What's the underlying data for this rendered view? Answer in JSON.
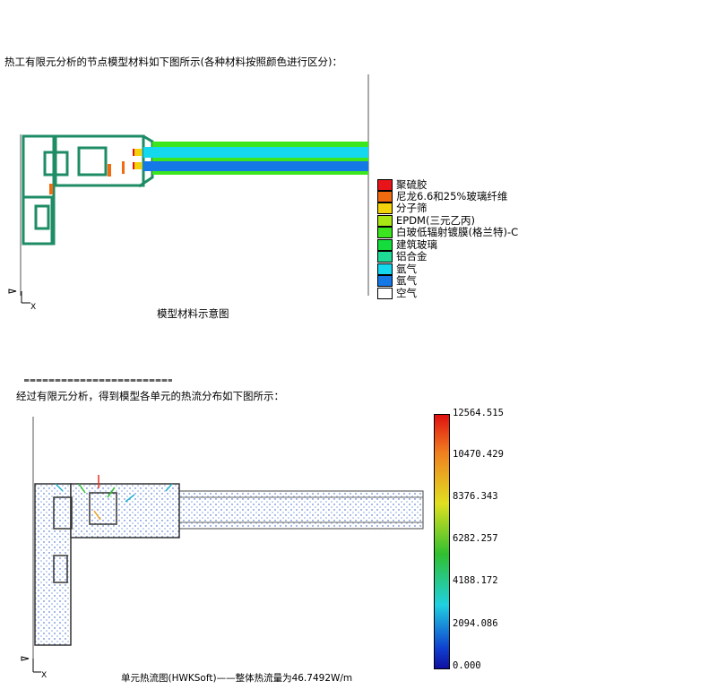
{
  "intro1": "热工有限元分析的节点模型材料如下图所示(各种材料按照颜色进行区分)：",
  "figure1": {
    "caption": "模型材料示意图",
    "legend": [
      {
        "label": "聚硫胶",
        "color": "#e8141a"
      },
      {
        "label": "尼龙6.6和25%玻璃纤维",
        "color": "#f06a10"
      },
      {
        "label": "分子筛",
        "color": "#f2d20a"
      },
      {
        "label": "EPDM(三元乙丙)",
        "color": "#a8e614"
      },
      {
        "label": "白玻低辐射镀膜(格兰特)-C",
        "color": "#3ce61e"
      },
      {
        "label": "建筑玻璃",
        "color": "#14dc3c"
      },
      {
        "label": "铝合金",
        "color": "#1edc96"
      },
      {
        "label": "氩气",
        "color": "#14d8ee"
      },
      {
        "label": "氩气",
        "color": "#1478e6"
      },
      {
        "label": "空气",
        "color": "#ffffff"
      }
    ],
    "axis_label": "X"
  },
  "intro2": "经过有限元分析，得到模型各单元的热流分布如下图所示：",
  "figure2": {
    "caption": "单元热流图(HWKSoft)——整体热流量为46.7492W/m",
    "colorbar_labels": [
      "12564.515",
      "10470.429",
      "8376.343",
      "6282.257",
      "4188.172",
      "2094.086",
      "0.000"
    ],
    "axis_label": "X"
  }
}
